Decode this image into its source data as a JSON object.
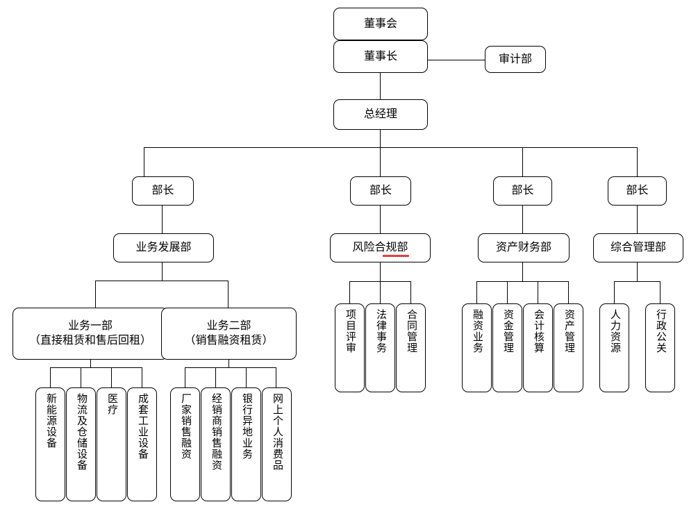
{
  "chart_title": "",
  "org": {
    "top": {
      "board": {
        "label": "董事会"
      },
      "chairman": {
        "label": "董事长"
      },
      "audit": {
        "label": "审计部"
      },
      "gm": {
        "label": "总经理"
      }
    },
    "manager_label": "部长",
    "managers": [
      {
        "label": "部长"
      },
      {
        "label": "部长"
      },
      {
        "label": "部长"
      },
      {
        "label": "部长"
      }
    ],
    "departments": [
      {
        "label": "业务发展部",
        "spellcheck_underline": false
      },
      {
        "label": "风险合规部",
        "spellcheck_underline": true
      },
      {
        "label": "资产财务部",
        "spellcheck_underline": false
      },
      {
        "label": "综合管理部",
        "spellcheck_underline": false
      }
    ],
    "divisions": [
      {
        "line1": "业务一部",
        "line2": "（直接租赁和售后回租）"
      },
      {
        "line1": "业务二部",
        "line2": "（销售融资租赁）"
      }
    ],
    "teams_div1": [
      {
        "label": "新能源设备"
      },
      {
        "label": "物流及仓储设备"
      },
      {
        "label": "医疗"
      },
      {
        "label": "成套工业设备"
      }
    ],
    "teams_div2": [
      {
        "label": "厂家销售融资"
      },
      {
        "label": "经销商销售融资"
      },
      {
        "label": "银行异地业务"
      },
      {
        "label": "网上个人消费品"
      }
    ],
    "teams_risk": [
      {
        "label": "项目评审"
      },
      {
        "label": "法律事务"
      },
      {
        "label": "合同管理"
      }
    ],
    "teams_finance": [
      {
        "label": "融资业务"
      },
      {
        "label": "资金管理"
      },
      {
        "label": "会计核算"
      },
      {
        "label": "资产管理"
      }
    ],
    "teams_admin": [
      {
        "label": "人力资源"
      },
      {
        "label": "行政公关"
      }
    ]
  },
  "colors": {
    "background": "#ffffff",
    "border": "#000000",
    "text": "#000000",
    "spellcheck": "#e00000"
  }
}
